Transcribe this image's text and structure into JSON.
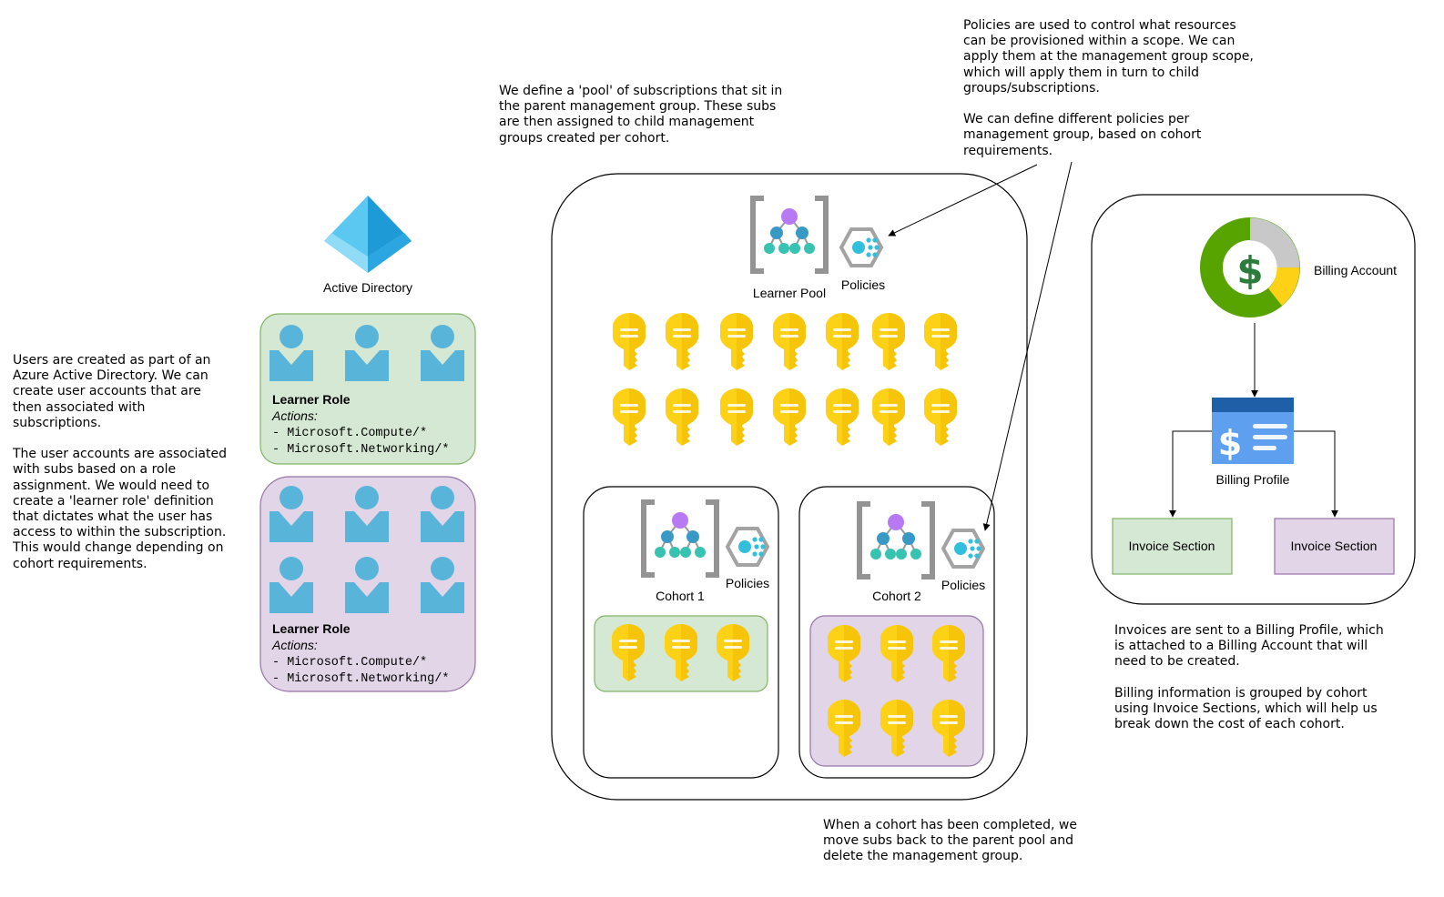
{
  "notes": {
    "users": "Users are created as part of an\nAzure Active Directory. We can\ncreate user accounts that are\nthen associated with\nsubscriptions.\n\nThe user accounts are associated\nwith subs based on a role\nassignment. We would need to\ncreate a 'learner role' definition\nthat dictates what the user has\naccess to within the subscription.\nThis would change depending on\ncohort requirements.",
    "pool": "We define a 'pool' of subscriptions that sit in\nthe parent management group. These subs\nare then assigned to child management\ngroups created per cohort.",
    "policies": "Policies are used to control what resources\ncan be provisioned within a scope. We can\napply them at the management group scope,\nwhich will apply them in turn to child\ngroups/subscriptions.\n\nWe can define different policies per\nmanagement group, based on cohort\nrequirements.",
    "cohort_done": "When a cohort has been completed, we\nmove subs back to the parent pool and\ndelete the management group.",
    "billing": "Invoices are sent to a Billing Profile, which\nis attached to a Billing Account that will\nneed to be created.\n\nBilling information is grouped by cohort\nusing Invoice Sections, which will help us\nbreak down the cost of each cohort."
  },
  "active_directory": {
    "label": "Active Directory"
  },
  "roles": [
    {
      "title": "Learner Role",
      "actions_label": "Actions:",
      "actions": [
        "- Microsoft.Compute/*",
        "- Microsoft.Networking/*"
      ],
      "fill": "#d5e8d4",
      "stroke": "#82b366",
      "user_count": 3
    },
    {
      "title": "Learner Role",
      "actions_label": "Actions:",
      "actions": [
        "- Microsoft.Compute/*",
        "- Microsoft.Networking/*"
      ],
      "fill": "#e1d5e7",
      "stroke": "#9673a6",
      "user_count": 6
    }
  ],
  "learner_pool": {
    "label": "Learner Pool",
    "policies_label": "Policies",
    "subscription_count": 14
  },
  "cohorts": [
    {
      "label": "Cohort 1",
      "policies_label": "Policies",
      "subscription_count": 3,
      "fill": "#d5e8d4",
      "stroke": "#82b366"
    },
    {
      "label": "Cohort 2",
      "policies_label": "Policies",
      "subscription_count": 6,
      "fill": "#e1d5e7",
      "stroke": "#9673a6"
    }
  ],
  "billing": {
    "account_label": "Billing Account",
    "profile_label": "Billing Profile",
    "invoice_sections": [
      {
        "label": "Invoice Section",
        "fill": "#d5e8d4",
        "stroke": "#82b366"
      },
      {
        "label": "Invoice Section",
        "fill": "#e1d5e7",
        "stroke": "#9673a6"
      }
    ]
  },
  "icons": {
    "user": "user-icon",
    "key": "subscription-key-icon",
    "management_group": "management-group-icon",
    "policy": "policy-icon",
    "billing_account": "billing-account-icon",
    "billing_profile": "billing-profile-icon",
    "active_directory": "active-directory-icon"
  },
  "colors": {
    "user": "#59b4d9",
    "key": "#fcd116",
    "key_dark": "#e8b400",
    "mg_bracket": "#949494",
    "mg_top": "#b77af4",
    "mg_mid": "#3999c6",
    "mg_leaf": "#37c2b1",
    "policy_ring": "#a3a3a3",
    "policy_dot": "#32bedd",
    "billing_green": "#57a300",
    "billing_gray": "#c8c8c8",
    "billing_yellow": "#fcd116",
    "billing_profile_blue": "#1f5fa8",
    "billing_profile_light": "#5ea0ef"
  }
}
